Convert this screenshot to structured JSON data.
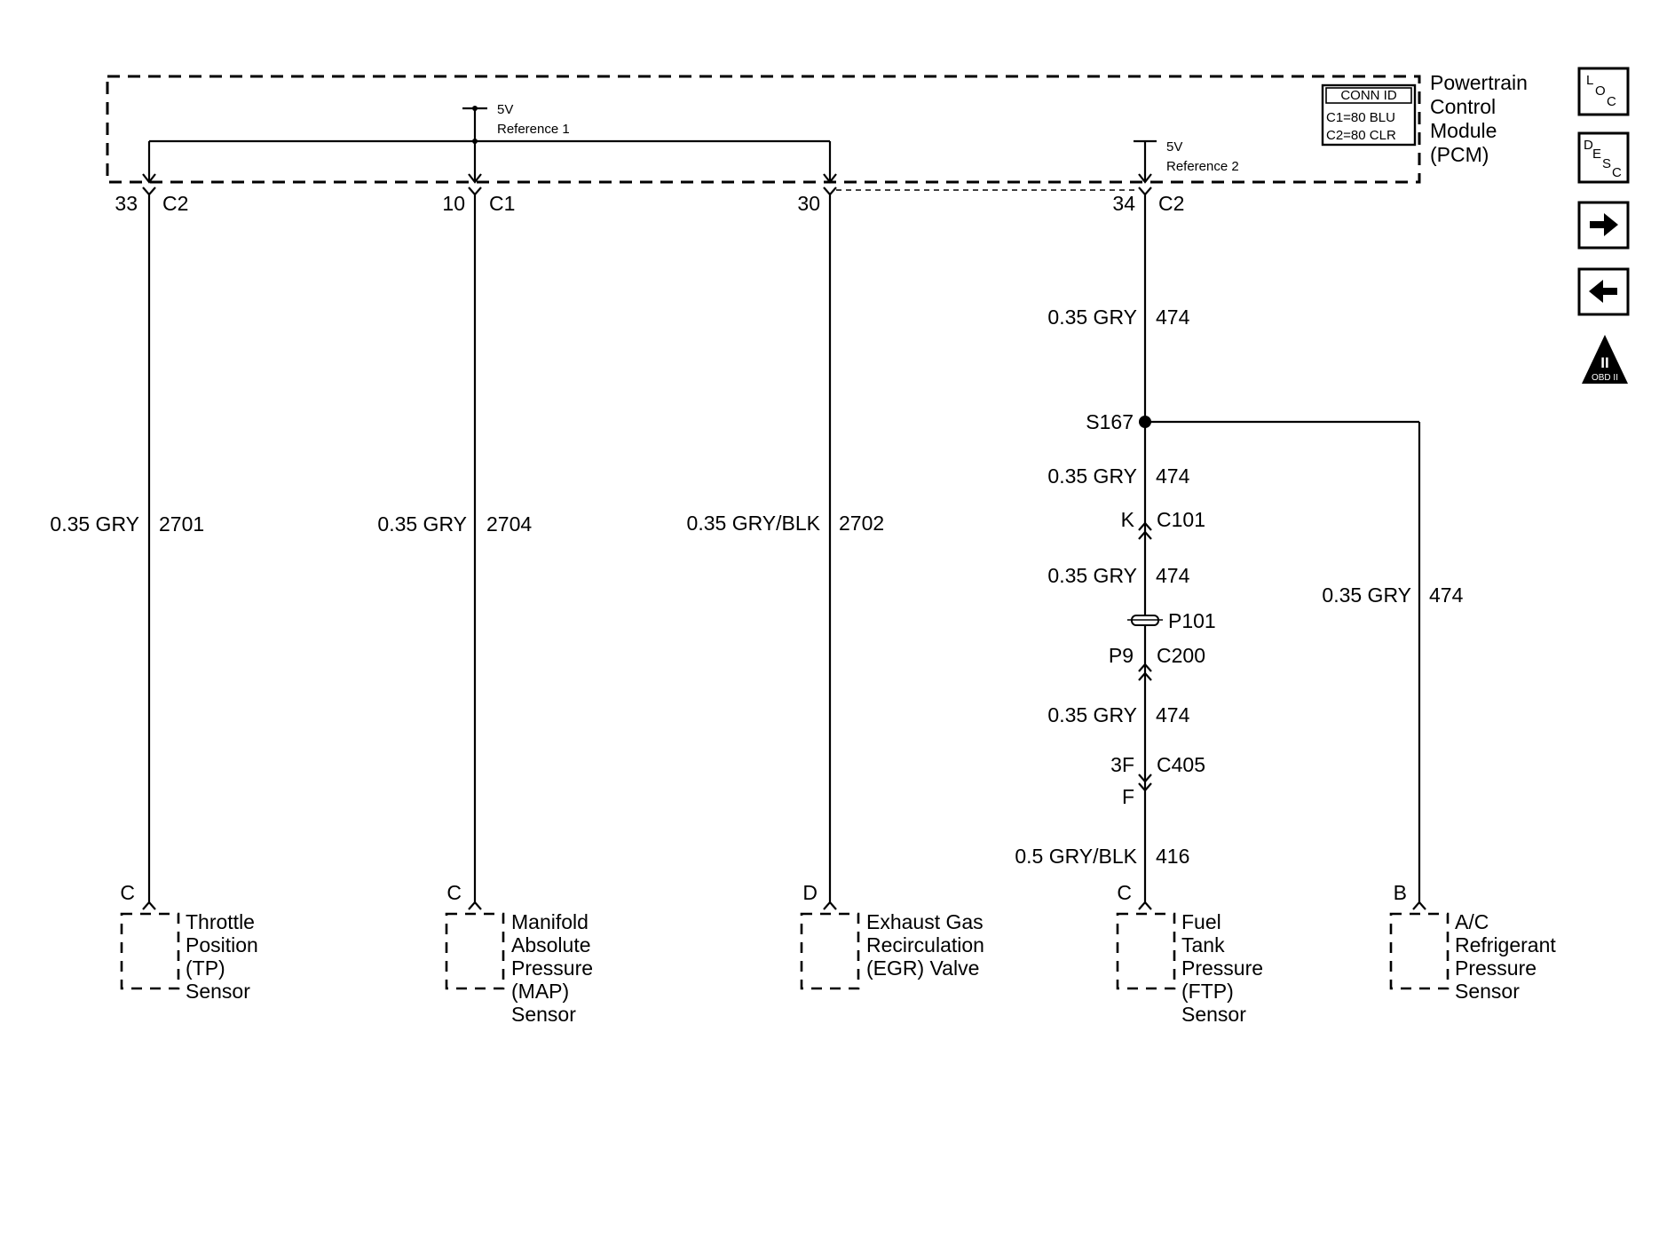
{
  "module": {
    "name_lines": [
      "Powertrain",
      "Control",
      "Module",
      "(PCM)"
    ],
    "conn_id": {
      "title": "CONN ID",
      "c1": "C1=80 BLU",
      "c2": "C2=80 CLR"
    },
    "ref1": {
      "voltage": "5V",
      "label": "Reference 1"
    },
    "ref2": {
      "voltage": "5V",
      "label": "Reference 2"
    }
  },
  "circuits": [
    {
      "pin": "33",
      "conn": "C2",
      "wire_color": "0.35 GRY",
      "circuit": "2701",
      "sensor_pin": "C",
      "sensor_lines": [
        "Throttle",
        "Position",
        "(TP)",
        "Sensor"
      ]
    },
    {
      "pin": "10",
      "conn": "C1",
      "wire_color": "0.35 GRY",
      "circuit": "2704",
      "sensor_pin": "C",
      "sensor_lines": [
        "Manifold",
        "Absolute",
        "Pressure",
        "(MAP)",
        "Sensor"
      ]
    },
    {
      "pin": "30",
      "conn": "",
      "wire_color": "0.35 GRY/BLK",
      "circuit": "2702",
      "sensor_pin": "D",
      "sensor_lines": [
        "Exhaust Gas",
        "Recirculation",
        "(EGR) Valve"
      ]
    }
  ],
  "ftp_circuit": {
    "pin": "34",
    "conn": "C2",
    "seg1": {
      "wire_color": "0.35 GRY",
      "circuit": "474"
    },
    "splice": "S167",
    "seg2": {
      "wire_color": "0.35 GRY",
      "circuit": "474"
    },
    "c101": {
      "pin": "K",
      "conn": "C101"
    },
    "seg3": {
      "wire_color": "0.35 GRY",
      "circuit": "474"
    },
    "p101": "P101",
    "c200": {
      "pin": "P9",
      "conn": "C200"
    },
    "seg4": {
      "wire_color": "0.35 GRY",
      "circuit": "474"
    },
    "c405": {
      "pin_top": "3F",
      "conn": "C405",
      "pin_bottom": "F"
    },
    "seg5": {
      "wire_color": "0.5 GRY/BLK",
      "circuit": "416"
    },
    "sensor_pin": "C",
    "sensor_lines": [
      "Fuel",
      "Tank",
      "Pressure",
      "(FTP)",
      "Sensor"
    ]
  },
  "ac_circuit": {
    "wire_color": "0.35 GRY",
    "circuit": "474",
    "sensor_pin": "B",
    "sensor_lines": [
      "A/C",
      "Refrigerant",
      "Pressure",
      "Sensor"
    ]
  },
  "side_icons": [
    {
      "name": "loc-icon",
      "letters": [
        "L",
        "O",
        "C"
      ]
    },
    {
      "name": "desc-icon",
      "letters": [
        "D",
        "E",
        "S",
        "C"
      ]
    },
    {
      "name": "next-arrow-icon"
    },
    {
      "name": "prev-arrow-icon"
    },
    {
      "name": "obd-ii-icon",
      "numeral": "II",
      "caption": "OBD II"
    }
  ]
}
